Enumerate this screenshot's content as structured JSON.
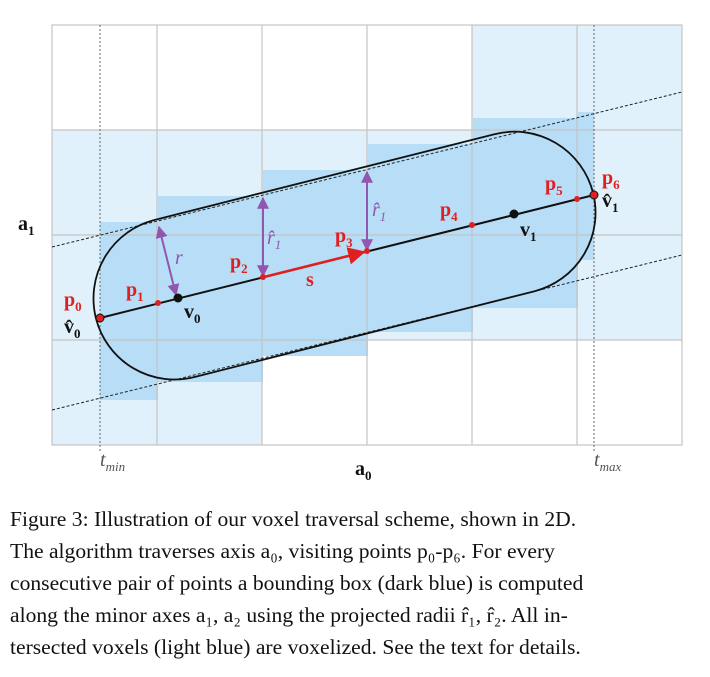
{
  "figure": {
    "axis_label_a1": "a",
    "axis_label_a1_sub": "1",
    "axis_label_a0": "a",
    "axis_label_a0_sub": "0",
    "t_min": "t",
    "t_min_sub": "min",
    "t_max": "t",
    "t_max_sub": "max",
    "points": [
      {
        "label": "p",
        "sub": "0"
      },
      {
        "label": "p",
        "sub": "1"
      },
      {
        "label": "p",
        "sub": "2"
      },
      {
        "label": "p",
        "sub": "3"
      },
      {
        "label": "p",
        "sub": "4"
      },
      {
        "label": "p",
        "sub": "5"
      },
      {
        "label": "p",
        "sub": "6"
      }
    ],
    "v0": "v",
    "v0_sub": "0",
    "v1": "v",
    "v1_sub": "1",
    "v0_hat": "v̂",
    "v0_hat_sub": "0",
    "v1_hat": "v̂",
    "v1_hat_sub": "1",
    "radius_r": "r",
    "radius_r1_hat": "r̂",
    "radius_r1_hat_sub": "1",
    "step_s": "s",
    "colors": {
      "light_voxel": "#e0f1fb",
      "dark_box": "#b7def6",
      "grid": "#c4c4c4",
      "point_red": "#e02020",
      "arrow_purple": "#9255b0",
      "step_red": "#e02020"
    }
  },
  "caption": {
    "lines": [
      "Figure 3: Illustration of our voxel traversal scheme, shown in 2D.",
      "The algorithm traverses axis a₀, visiting points p₀-p₆. For every",
      "consecutive pair of points a bounding box (dark blue) is computed",
      "along the minor axes a₁, a₂ using the projected radii r̂₁, r̂₂. All in-",
      "tersected voxels (light blue) are voxelized. See the text for details."
    ]
  }
}
